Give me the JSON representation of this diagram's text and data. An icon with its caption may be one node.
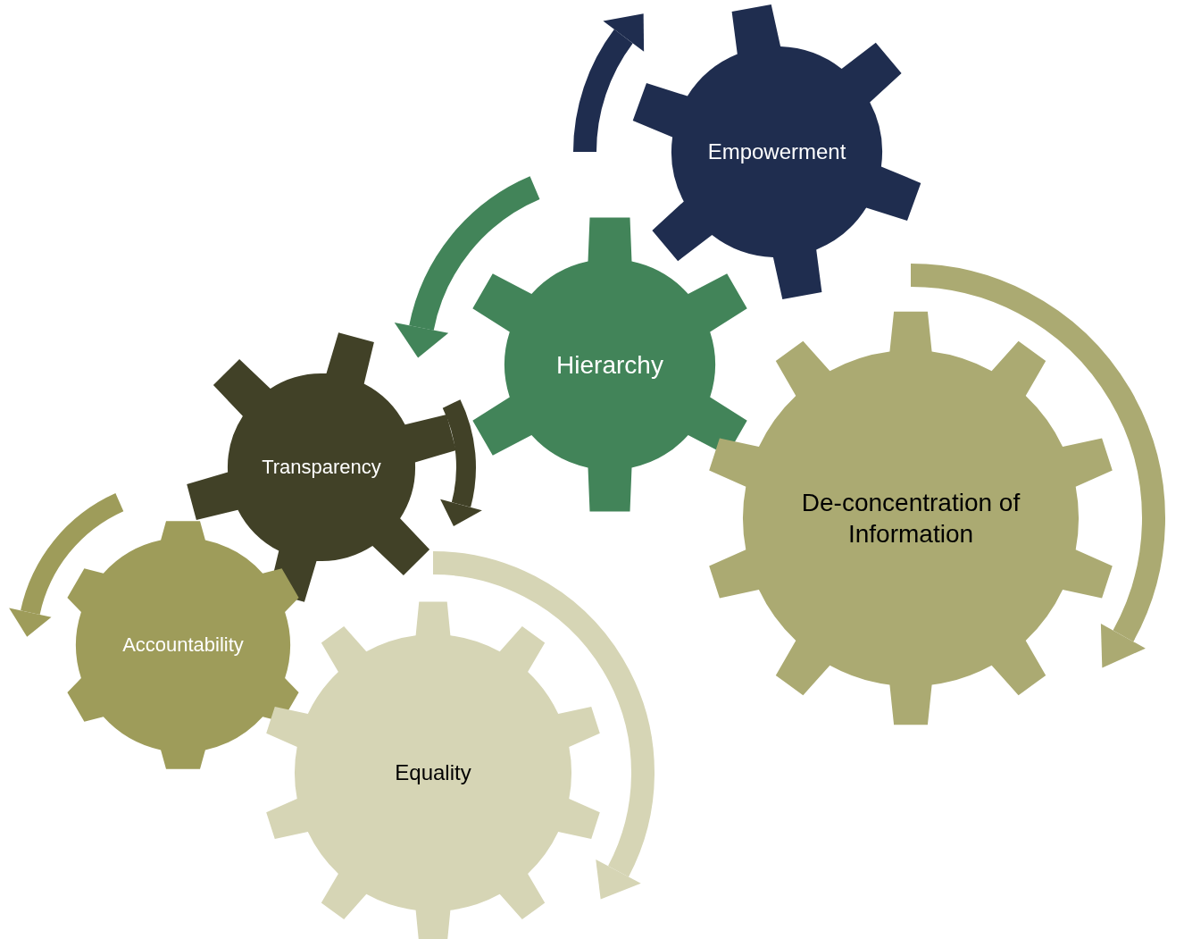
{
  "diagram": {
    "nodes": [
      {
        "text": [
          "Empowerment"
        ]
      },
      {
        "text": [
          "Hierarchy"
        ]
      },
      {
        "text": [
          "Transparency"
        ]
      },
      {
        "text": [
          "De-concentration of Information"
        ]
      },
      {
        "text": [
          "Accountability"
        ]
      },
      {
        "text": [
          "Equality"
        ]
      }
    ]
  }
}
